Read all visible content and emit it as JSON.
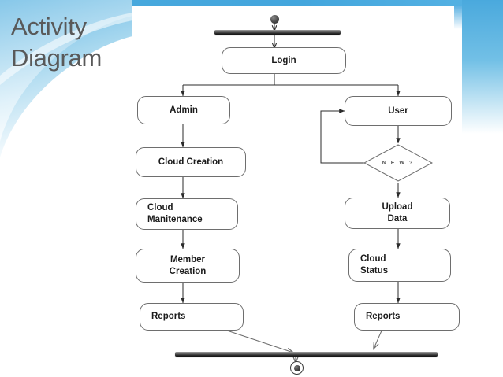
{
  "slide": {
    "title_line1": "Activity",
    "title_line2": "Diagram",
    "accent_blue": "#4aa9dd",
    "node_border": "#6e6e6e",
    "text_color": "#1b1b1b",
    "bar_color": "#2f2f2f"
  },
  "diagram": {
    "type": "uml-activity-diagram",
    "start_node": "start-node",
    "end_node": "final-node",
    "fork_bar": "fork-bar",
    "join_bar": "join-bar",
    "nodes": [
      {
        "id": "login",
        "label": "Login",
        "align": "center"
      },
      {
        "id": "admin",
        "label": "Admin",
        "align": "center"
      },
      {
        "id": "cloud-creation",
        "label": "Cloud Creation",
        "align": "center"
      },
      {
        "id": "cloud-manitenance",
        "label_line1": "Cloud",
        "label_line2": "Manitenance",
        "align": "left"
      },
      {
        "id": "member-creation",
        "label_line1": "Member",
        "label_line2": "Creation",
        "align": "center"
      },
      {
        "id": "reports-left",
        "label": "Reports",
        "align": "left"
      },
      {
        "id": "user",
        "label": "User",
        "align": "center"
      },
      {
        "id": "upload-data",
        "label_line1": "Upload",
        "label_line2": "Data",
        "align": "center"
      },
      {
        "id": "cloud-status",
        "label_line1": "Cloud",
        "label_line2": "Status",
        "align": "left"
      },
      {
        "id": "reports-right",
        "label": "Reports",
        "align": "left"
      }
    ],
    "decision": {
      "id": "new-decision",
      "label": "N E W ?"
    },
    "labels": {
      "login": "Login",
      "admin": "Admin",
      "cloud_creation": "Cloud Creation",
      "cloud_manitenance_1": "Cloud",
      "cloud_manitenance_2": "Manitenance",
      "member_creation_1": "Member",
      "member_creation_2": "Creation",
      "reports_left": "Reports",
      "user": "User",
      "upload_data_1": "Upload",
      "upload_data_2": "Data",
      "cloud_status_1": "Cloud",
      "cloud_status_2": "Status",
      "reports_right": "Reports",
      "decision": "N E W ?"
    }
  }
}
